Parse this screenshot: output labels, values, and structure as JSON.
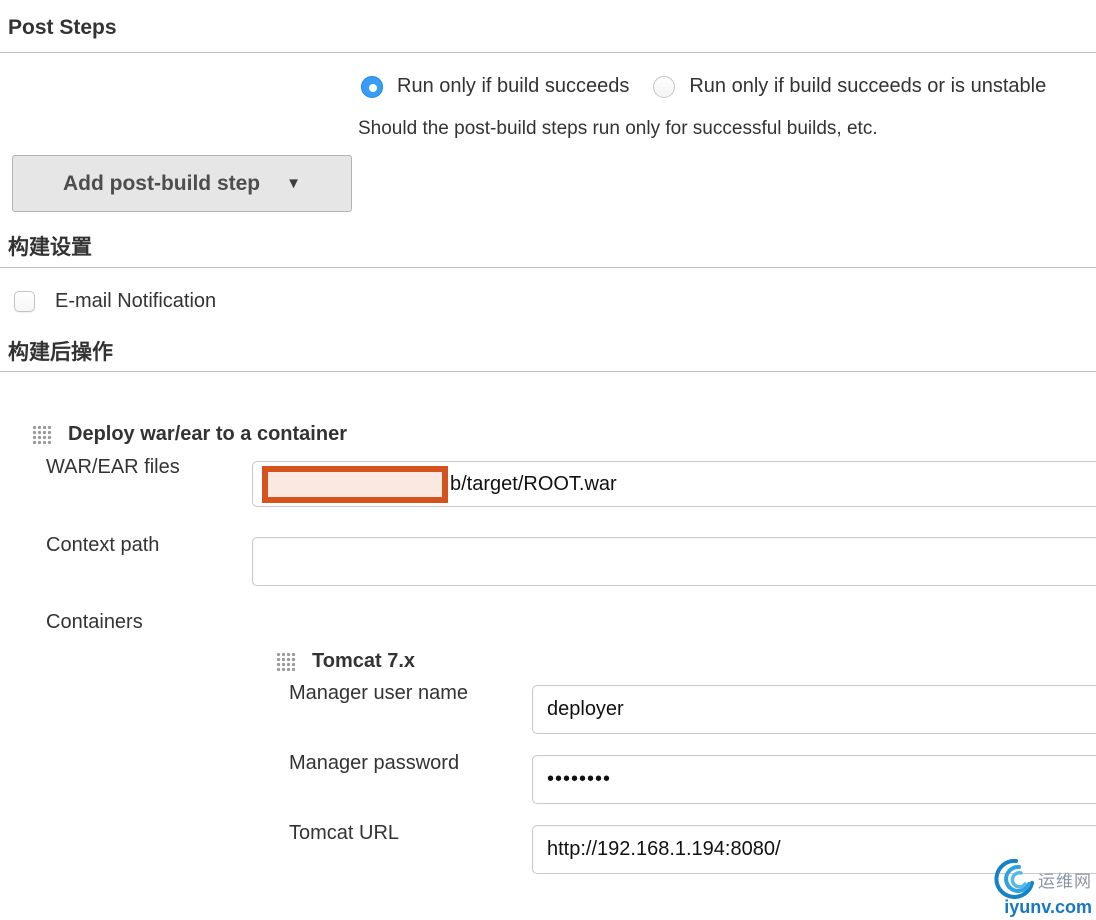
{
  "page": {
    "post_steps_heading": "Post Steps",
    "radio_options": [
      {
        "label": "Run only if build succeeds",
        "selected": true
      },
      {
        "label": "Run only if build succeeds or is unstable",
        "selected": false
      }
    ],
    "help_text": "Should the post-build steps run only for successful builds, etc.",
    "add_post_build_step": {
      "label": "Add post-build step"
    },
    "build_settings_heading": "构建设置",
    "email_notification_label": "E-mail Notification",
    "post_build_actions_heading": "构建后操作",
    "deploy": {
      "title": "Deploy war/ear to a container",
      "war_ear_label": "WAR/EAR files",
      "war_ear_visible_value": "b/target/ROOT.war",
      "context_path_label": "Context path",
      "context_path_value": "",
      "containers_label": "Containers",
      "container": {
        "title": "Tomcat 7.x",
        "manager_user_label": "Manager user name",
        "manager_user_value": "deployer",
        "manager_password_label": "Manager password",
        "manager_password_value": "••••••••",
        "tomcat_url_label": "Tomcat URL",
        "tomcat_url_value": "http://192.168.1.194:8080/"
      }
    },
    "icons": {
      "caret_down": "▼"
    },
    "watermark": {
      "site_name": "运维网",
      "site_domain": "iyunv.com"
    },
    "colors": {
      "radio_selected_blue": "#389df5",
      "redaction_border": "#d4531f",
      "redaction_fill": "#fbe8e0",
      "watermark_blue": "#1879c0",
      "button_bg": "#e6e6e6"
    }
  }
}
